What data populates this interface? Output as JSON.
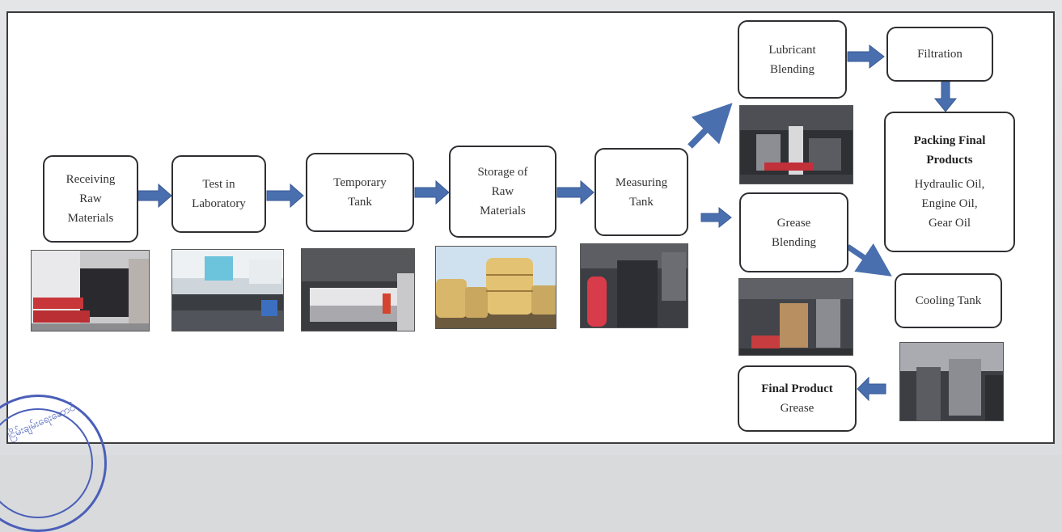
{
  "steps": {
    "receiving": [
      "Receiving",
      "Raw",
      "Materials"
    ],
    "test": [
      "Test in",
      "Laboratory"
    ],
    "temporary": [
      "Temporary",
      "Tank"
    ],
    "storage": [
      "Storage of",
      "Raw",
      "Materials"
    ],
    "measuring": [
      "Measuring",
      "Tank"
    ],
    "lubricant": [
      "Lubricant",
      "Blending"
    ],
    "filtration": [
      "Filtration"
    ],
    "packing": {
      "title": [
        "Packing Final",
        "Products"
      ],
      "lines": [
        "Hydraulic Oil,",
        "Engine Oil,",
        "Gear Oil"
      ]
    },
    "grease": [
      "Grease",
      "Blending"
    ],
    "cooling": [
      "Cooling Tank"
    ],
    "final_grease": {
      "title": "Final Product",
      "line": "Grease"
    }
  },
  "stamp": {
    "text": "ငြိမ်းချမ်းရေးဆောင်"
  },
  "colors": {
    "arrow": "#4a6fae",
    "border": "#2f2f33",
    "stamp": "#4a5fb8"
  }
}
